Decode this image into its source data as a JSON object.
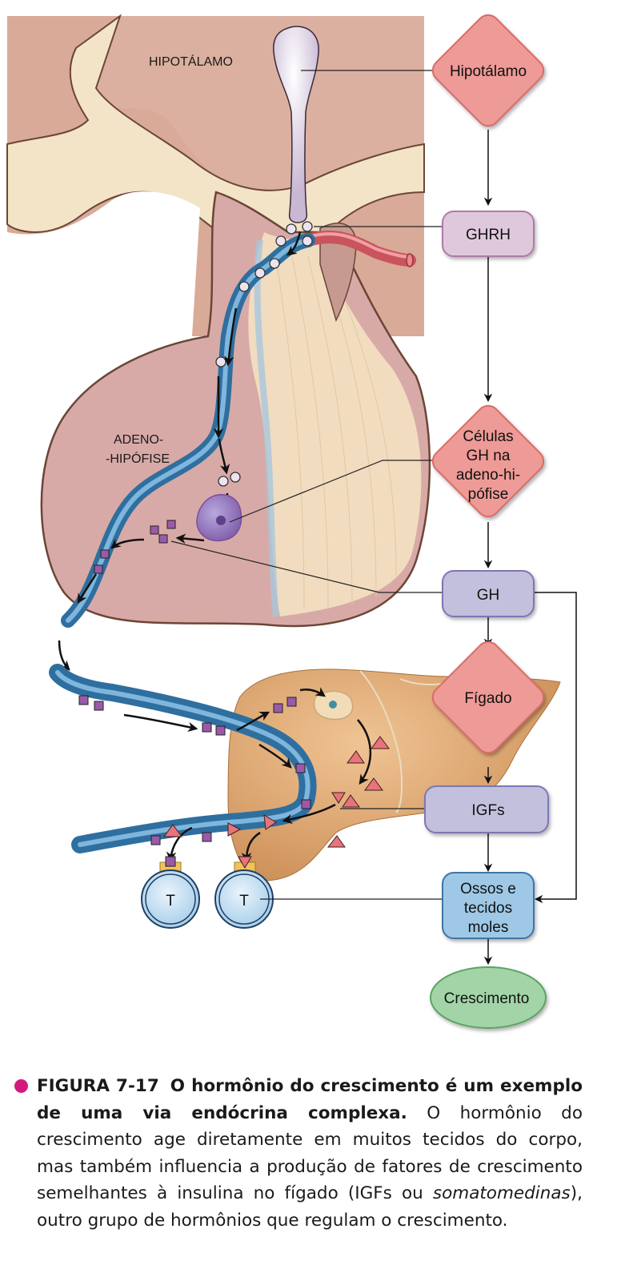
{
  "anatomy_labels": {
    "hypothalamus": "HIPOTÁLAMO",
    "adenohypophysis_line1": "ADENO-",
    "adenohypophysis_line2": "-HIPÓFISE"
  },
  "flowchart": {
    "nodes": [
      {
        "id": "hipotalamo",
        "shape": "diamond",
        "lines": [
          "Hipotálamo"
        ],
        "color": "#ee9a96"
      },
      {
        "id": "ghrh",
        "shape": "rounded-rect",
        "lines": [
          "GHRH"
        ],
        "color": "#e0c8dc"
      },
      {
        "id": "celulas-gh",
        "shape": "diamond",
        "lines": [
          "Células",
          "GH na",
          "adeno-hi-",
          "pófise"
        ],
        "color": "#ee9a96"
      },
      {
        "id": "gh",
        "shape": "rounded-rect",
        "lines": [
          "GH"
        ],
        "color": "#c2c0dc"
      },
      {
        "id": "figado",
        "shape": "diamond",
        "lines": [
          "Fígado"
        ],
        "color": "#ee9a96"
      },
      {
        "id": "igfs",
        "shape": "rounded-rect",
        "lines": [
          "IGFs"
        ],
        "color": "#c2c0dc"
      },
      {
        "id": "ossos",
        "shape": "rounded-rect",
        "lines": [
          "Ossos e",
          "tecidos",
          "moles"
        ],
        "color": "#9ec8e6"
      },
      {
        "id": "crescimento",
        "shape": "ellipse",
        "lines": [
          "Crescimento"
        ],
        "color": "#a3d4a8"
      }
    ],
    "edges": [
      [
        "hipotalamo",
        "ghrh"
      ],
      [
        "ghrh",
        "celulas-gh"
      ],
      [
        "celulas-gh",
        "gh"
      ],
      [
        "gh",
        "figado"
      ],
      [
        "figado",
        "igfs"
      ],
      [
        "igfs",
        "ossos"
      ],
      [
        "gh",
        "ossos"
      ],
      [
        "ossos",
        "crescimento"
      ]
    ]
  },
  "target_cells": [
    {
      "label": "T",
      "bound_hormone": "GH (square)"
    },
    {
      "label": "T",
      "bound_hormone": "IGF (triangle)"
    }
  ],
  "colors": {
    "diamond_fill": "#ee9a96",
    "diamond_stroke": "#d86c6a",
    "ghrh_fill": "#e0c8dc",
    "ghrh_stroke": "#b07aa8",
    "gh_igf_fill": "#c2c0dc",
    "gh_igf_stroke": "#7c78b4",
    "ossos_fill": "#9ec8e6",
    "ossos_stroke": "#3f74a8",
    "crescimento_fill": "#a3d4a8",
    "crescimento_stroke": "#5aa462",
    "bullet": "#d41b7d",
    "vessel": "#4a8fc0",
    "liver": "#d69c63"
  },
  "caption": {
    "figure_number": "FIGURA 7-17",
    "bold_title": "O hormônio do crescimento é um exemplo de uma via endócrina complexa.",
    "body_part1": " O hormônio do crescimento age diretamente em muitos tecidos do corpo, mas também influencia a produção de fatores de crescimento semelhantes à insulina no fígado (IGFs ou ",
    "italic_term": "somatomedinas",
    "body_part2": "), outro grupo de hormônios que regulam o crescimento."
  }
}
